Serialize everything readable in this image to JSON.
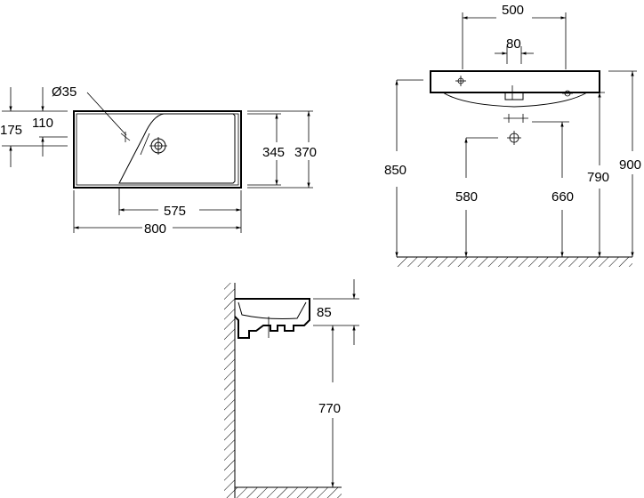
{
  "top_view": {
    "dims": {
      "hole_diameter": "Ø35",
      "depth_175": "175",
      "offset_110": "110",
      "inner_345": "345",
      "outer_370": "370",
      "bowl_575": "575",
      "width_800": "800"
    }
  },
  "front_view": {
    "dims": {
      "width_500": "500",
      "tap_80": "80",
      "height_850": "850",
      "waste_580": "580",
      "supply_660": "660",
      "bottom_790": "790",
      "top_900": "900"
    }
  },
  "side_view": {
    "dims": {
      "thickness_85": "85",
      "height_770": "770"
    }
  }
}
